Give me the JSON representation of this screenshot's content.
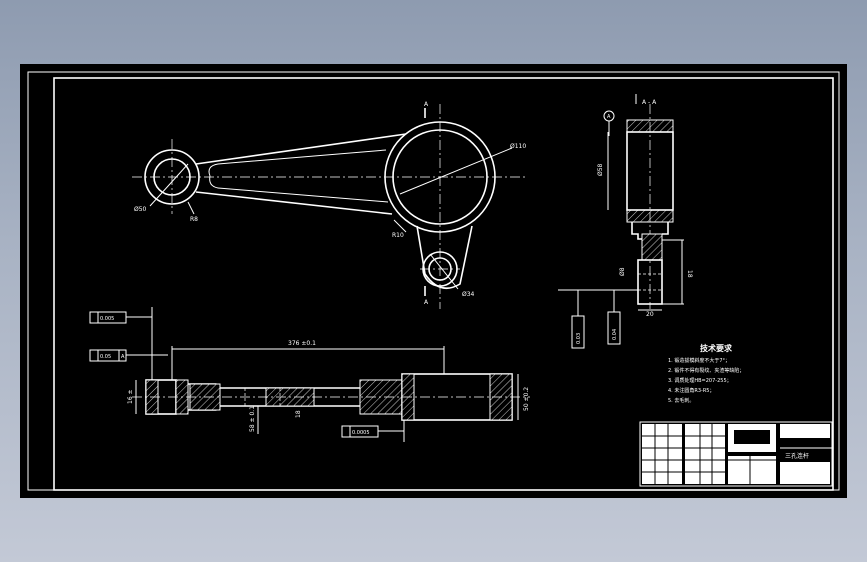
{
  "views": {
    "section_mark_top": "A",
    "section_mark_bottom": "A",
    "section_title": "A - A"
  },
  "dimensions": {
    "d_small_hole": "Ø50",
    "r_small_end": "R8",
    "d_big_hole": "Ø110",
    "r_web": "R10",
    "d_bottom_hole": "Ø34",
    "section_height": "Ø58",
    "section_neck": "Ø8",
    "section_width": "18",
    "section_base": "20",
    "overall_length": "376 ±0.1",
    "left_thickness": "16 ±",
    "mid_dim": "58 ± 0.1",
    "mid_small": "18",
    "right_dim": "50 ±0.2"
  },
  "tolerances": {
    "flatness": "0.005",
    "perpendicularity": "0.05",
    "perp_datum": "A",
    "datum_label": "A",
    "parallel_1": "0.03",
    "parallel_2": "0.04",
    "bottom_flatness": "0.0005"
  },
  "tech_requirements": {
    "title": "技术要求",
    "items": [
      "1. 锻造拔模斜度不大于7°；",
      "2. 锻件不得有裂纹、夹渣等缺陷；",
      "3. 调质处理HB=207-255；",
      "4. 未注圆角R3-R5；",
      "5. 去毛刺。"
    ]
  },
  "title_block": {
    "part_name": "三孔连杆"
  }
}
